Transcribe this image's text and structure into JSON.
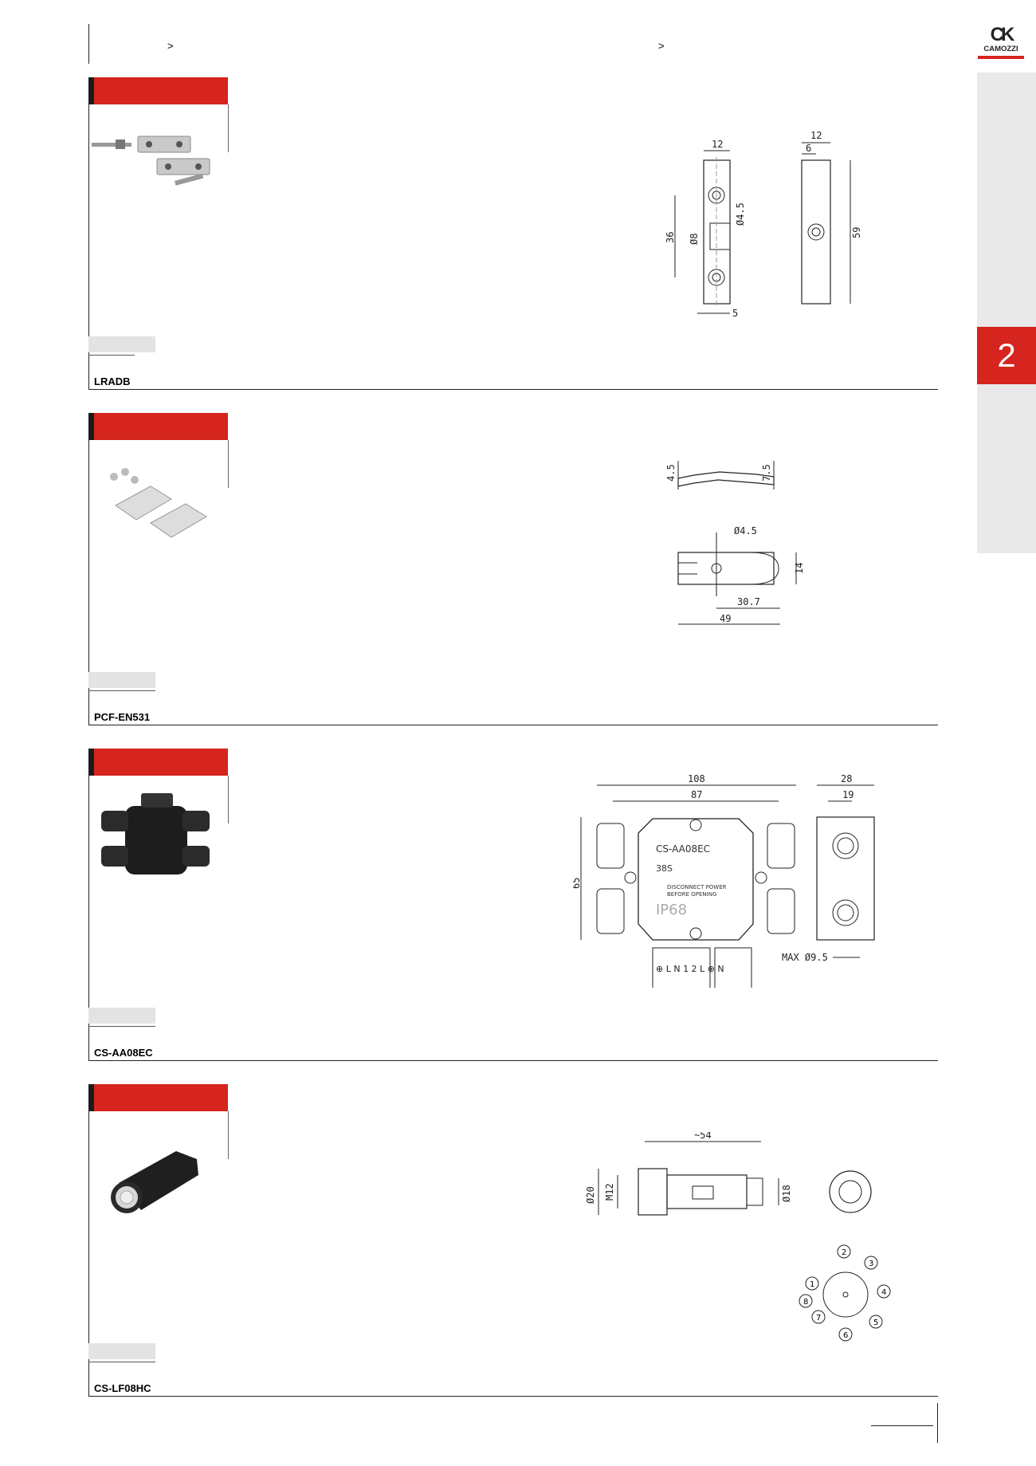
{
  "breadcrumb": {
    "sep1": ">",
    "sep2": ">"
  },
  "brand": {
    "name": "CAMOZZI",
    "mark": "CK",
    "color": "#d6241e"
  },
  "side_tab": {
    "number": "2"
  },
  "sections": [
    {
      "code": "LRADB",
      "drawing": {
        "w1": "12",
        "w2": "12",
        "w3": "6",
        "d_hole": "Ø4.5",
        "d_bore": "Ø8",
        "h1": "36",
        "h2": "59",
        "b": "5"
      }
    },
    {
      "code": "PCF-EN531",
      "drawing": {
        "t1": "4.5",
        "t2": "7.5",
        "d": "Ø4.5",
        "h": "14",
        "l1": "30.7",
        "l2": "49"
      }
    },
    {
      "code": "CS-AA08EC",
      "drawing": {
        "l1": "108",
        "l2": "87",
        "h": "65",
        "w1": "28",
        "w2": "19",
        "cable": "MAX  Ø9.5",
        "label": "CS-AA08EC",
        "sub": "38S",
        "warn1": "DISCONNECT POWER",
        "warn2": "BEFORE OPENING",
        "ip": "IP68",
        "terminals": "⊕ L N 1 2   L ⊕ N"
      }
    },
    {
      "code": "CS-LF08HC",
      "drawing": {
        "l": "~54",
        "d1": "Ø20",
        "d2": "M12",
        "d3": "Ø18",
        "pins": [
          "1",
          "2",
          "3",
          "4",
          "5",
          "6",
          "7",
          "8"
        ]
      }
    }
  ],
  "footer": {}
}
